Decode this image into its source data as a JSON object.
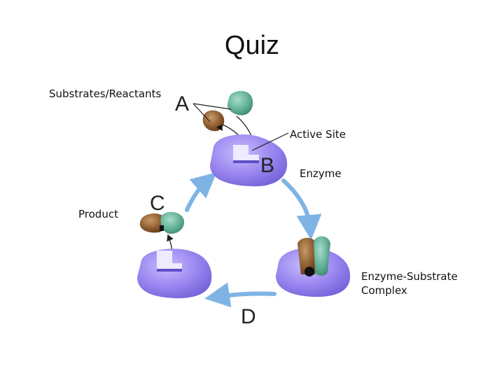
{
  "title": "Quiz",
  "labels": {
    "substrates": "Substrates/Reactants",
    "active_site": "Active Site",
    "enzyme": "Enzyme",
    "product": "Product",
    "complex_line1": "Enzyme-Substrate",
    "complex_line2": "Complex"
  },
  "letters": {
    "a": "A",
    "b": "B",
    "c": "C",
    "d": "D"
  },
  "colors": {
    "enzyme": "#9a86f0",
    "enzyme_dark": "#6f5fd6",
    "substrate_green": "#5fae96",
    "substrate_brown": "#8a5a2e",
    "cycle_arrow": "#7fb3e4"
  }
}
